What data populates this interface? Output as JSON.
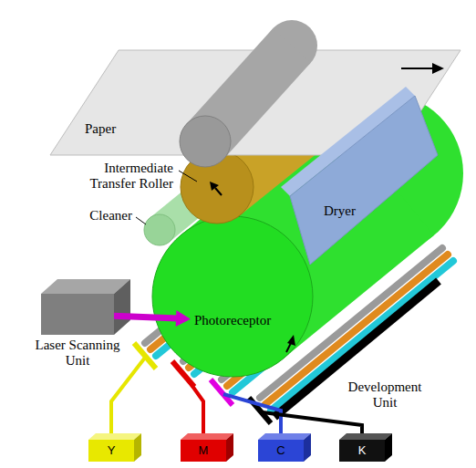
{
  "diagram": {
    "nodes": [
      {
        "text": [
          "Paper"
        ]
      },
      {
        "text": [
          "Dryer"
        ]
      },
      {
        "text": [
          "Photoreceptor"
        ]
      },
      {
        "text": [
          "Laser Scanning Unit"
        ]
      },
      {
        "text": [
          "Y"
        ]
      },
      {
        "text": [
          "M"
        ]
      },
      {
        "text": [
          "C"
        ]
      },
      {
        "text": [
          "K"
        ]
      }
    ],
    "edges": [
      {
        "from": 3,
        "to": 2,
        "arrow": "to"
      }
    ],
    "labels": [
      "Intermediate Transfer Roller",
      "Cleaner",
      "Development Unit"
    ]
  }
}
